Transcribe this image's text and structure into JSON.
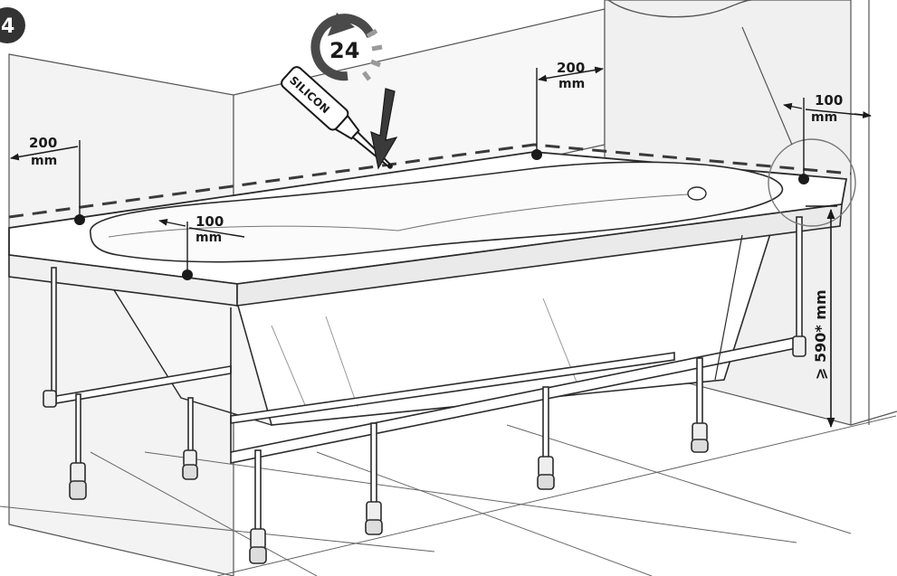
{
  "step": {
    "number": "4"
  },
  "cure_time": {
    "value": "24"
  },
  "sealant": {
    "label": "SILICON"
  },
  "dimensions": {
    "left_wall_gap": {
      "value": "200",
      "unit": "mm"
    },
    "back_wall_gap": {
      "value": "200",
      "unit": "mm"
    },
    "front_rim_gap": {
      "value": "100",
      "unit": "mm"
    },
    "corner_gap": {
      "value": "100",
      "unit": "mm"
    },
    "min_height": {
      "value": "⩾ 590* mm"
    }
  },
  "colors": {
    "line": "#2b2b2b",
    "wall": "#f2f2f2",
    "wall_dark": "#e2e2e2",
    "step_badge": "#333333",
    "arrow": "#3a3a3a"
  }
}
